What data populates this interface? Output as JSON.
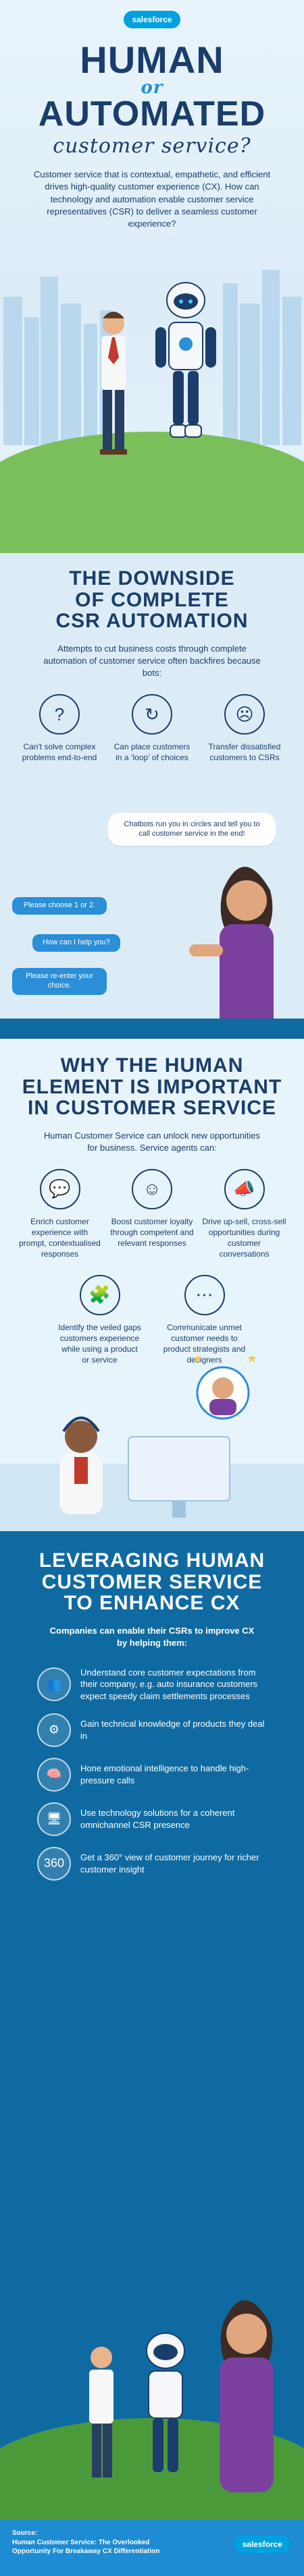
{
  "brand": {
    "name": "salesforce",
    "accent": "#00a1e0"
  },
  "hero": {
    "title_line1": "HUMAN",
    "title_or": "or",
    "title_line2": "AUTOMATED",
    "title_subtitle": "customer service?",
    "intro": "Customer service that is contextual, empathetic, and efficient drives high-quality customer experience (CX). How can technology and automation enable customer service representatives (CSR) to deliver a seamless customer experience?"
  },
  "downside": {
    "title_line1": "THE DOWNSIDE",
    "title_line2": "OF COMPLETE",
    "title_line3": "CSR AUTOMATION",
    "intro": "Attempts to cut business costs through complete automation of customer service often backfires because bots:",
    "items": [
      {
        "label": "Can't solve complex problems end-to-end",
        "icon": "question-icon"
      },
      {
        "label": "Can place customers in a ‘loop’ of choices",
        "icon": "loop-icon"
      },
      {
        "label": "Transfer dissatisfied customers to CSRs",
        "icon": "frown-icon"
      }
    ],
    "speech": "Chatbots run you in circles and tell you to call customer service in the end!",
    "chat_bubbles": [
      "Please choose 1 or 2.",
      "How can I help you?",
      "Please re-enter your choice."
    ]
  },
  "why": {
    "title_line1": "WHY THE HUMAN",
    "title_line2": "ELEMENT IS IMPORTANT",
    "title_line3": "IN CUSTOMER SERVICE",
    "intro": "Human Customer Service can unlock new opportunities for business. Service agents can:",
    "items_row1": [
      {
        "label": "Enrich customer experience with prompt, contextualised responses",
        "icon": "chat-bubbles-icon"
      },
      {
        "label": "Boost customer loyalty through competent and relevant responses",
        "icon": "smile-bubble-icon"
      },
      {
        "label": "Drive up-sell, cross-sell opportunities during customer conversations",
        "icon": "megaphone-icon"
      }
    ],
    "items_row2": [
      {
        "label": "Identify the veiled gaps customers experience while using a product or service",
        "icon": "puzzle-icon"
      },
      {
        "label": "Communicate unmet customer needs to product strategists and designers",
        "icon": "network-icon"
      }
    ]
  },
  "leverage": {
    "title_line1": "LEVERAGING HUMAN",
    "title_line2": "CUSTOMER SERVICE",
    "title_line3": "TO ENHANCE CX",
    "intro": "Companies can enable their CSRs to improve CX by helping them:",
    "items": [
      {
        "label": "Understand core customer expectations from their company, e.g. auto insurance customers expect speedy claim settlements processes",
        "icon": "people-icon"
      },
      {
        "label": "Gain technical knowledge of products they deal in",
        "icon": "gear-icon"
      },
      {
        "label": "Hone emotional intelligence to handle high-pressure calls",
        "icon": "brain-icon"
      },
      {
        "label": "Use technology solutions for a coherent omnichannel CSR presence",
        "icon": "devices-icon"
      },
      {
        "label": "Get a 360° view of customer journey for richer customer insight",
        "icon": "360-icon"
      }
    ]
  },
  "footer": {
    "source_label": "Source:",
    "source_title": "Human Customer Service: The Overlooked Opportunity For Breakaway CX Differentiation"
  }
}
